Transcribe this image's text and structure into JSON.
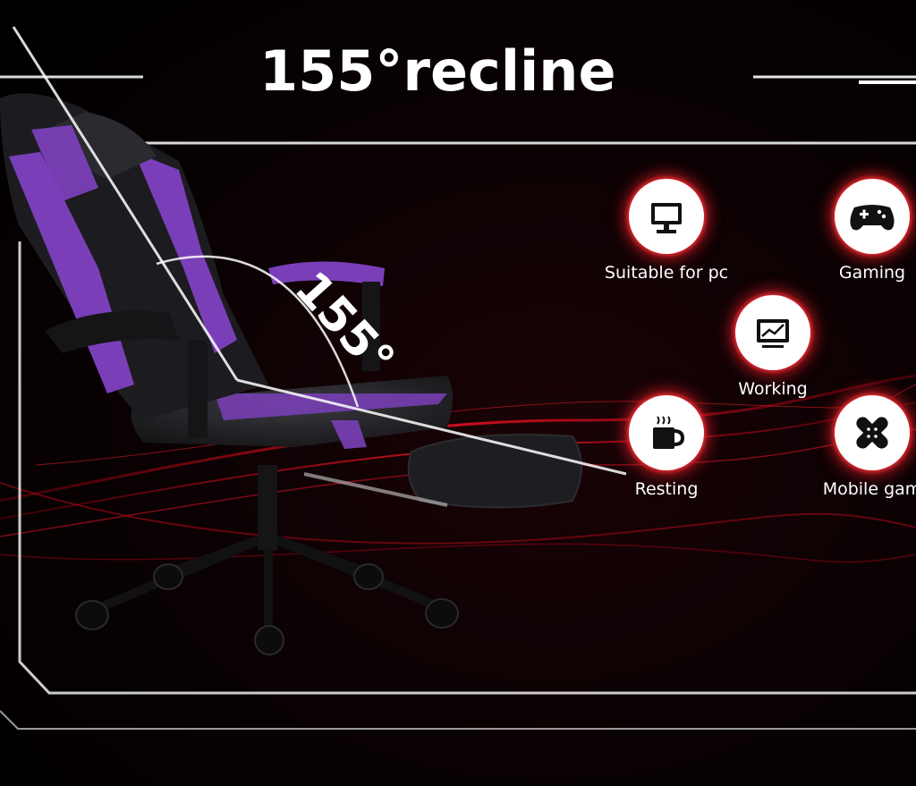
{
  "headline": "155°recline",
  "angle_label": "155°",
  "features": [
    {
      "label": "Suitable for pc",
      "icon": "monitor-icon"
    },
    {
      "label": "Gaming",
      "icon": "gamepad-icon"
    },
    {
      "label": "Working",
      "icon": "chart-screen-icon"
    },
    {
      "label": "Resting",
      "icon": "coffee-mug-icon"
    },
    {
      "label": "Mobile gam",
      "icon": "bandage-icon"
    }
  ],
  "colors": {
    "background": "#000000",
    "accent_red": "#c0101c",
    "chair_purple": "#7a3fb8",
    "chair_black": "#1c1c20",
    "text": "#ffffff"
  }
}
